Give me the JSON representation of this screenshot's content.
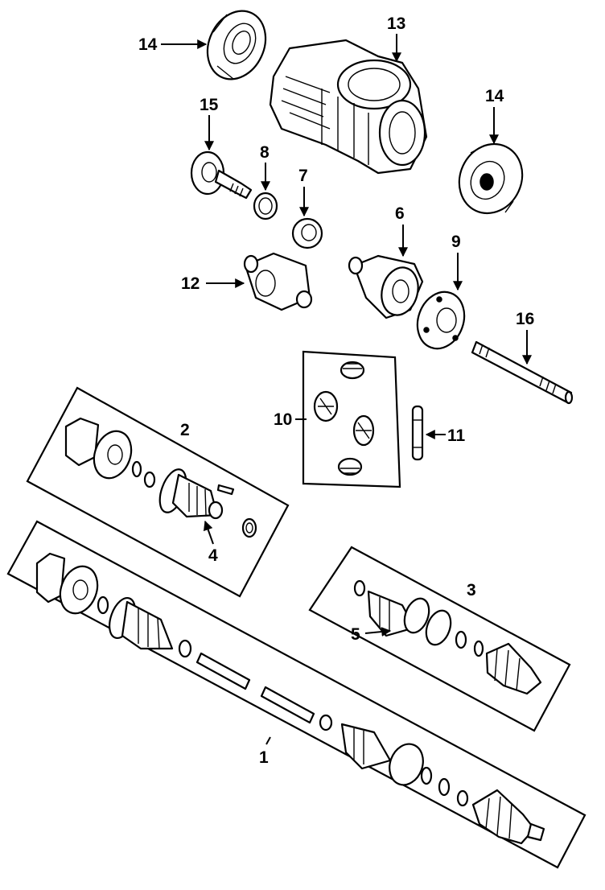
{
  "diagram": {
    "type": "exploded-parts-diagram",
    "callouts": [
      {
        "id": "1",
        "label": "1"
      },
      {
        "id": "2",
        "label": "2"
      },
      {
        "id": "3",
        "label": "3"
      },
      {
        "id": "4",
        "label": "4"
      },
      {
        "id": "5",
        "label": "5"
      },
      {
        "id": "6",
        "label": "6"
      },
      {
        "id": "7",
        "label": "7"
      },
      {
        "id": "8",
        "label": "8"
      },
      {
        "id": "9",
        "label": "9"
      },
      {
        "id": "10",
        "label": "10"
      },
      {
        "id": "11",
        "label": "11"
      },
      {
        "id": "12",
        "label": "12"
      },
      {
        "id": "13",
        "label": "13"
      },
      {
        "id": "14a",
        "label": "14"
      },
      {
        "id": "14b",
        "label": "14"
      },
      {
        "id": "15",
        "label": "15"
      },
      {
        "id": "16",
        "label": "16"
      }
    ]
  }
}
